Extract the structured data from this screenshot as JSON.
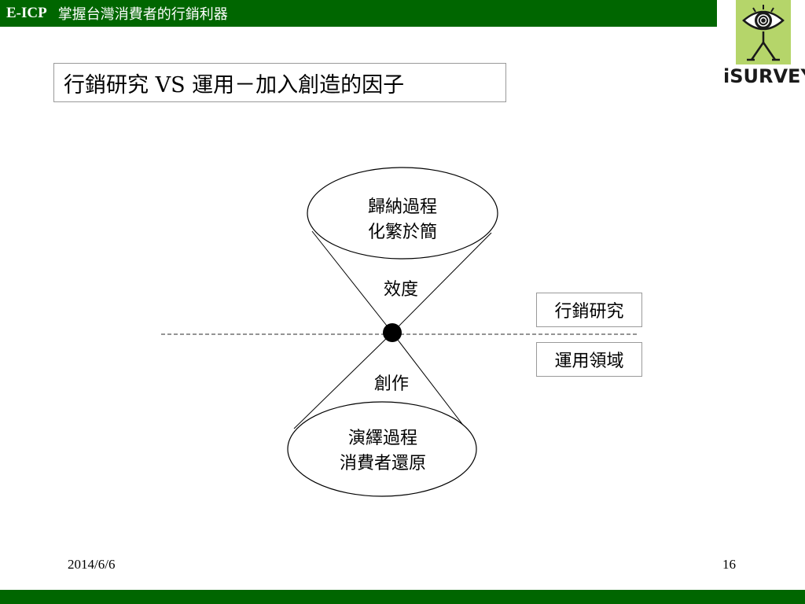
{
  "header": {
    "brand": "E-ICP",
    "title": "掌握台灣消費者的行銷利器"
  },
  "logo": {
    "wordmark": "iSURVEY",
    "icon": "eye-figure-logo-icon",
    "color": "#b5d56a"
  },
  "slide": {
    "title": "行銷研究 VS 運用－加入創造的因子"
  },
  "diagram": {
    "top_ellipse": {
      "line1": "歸納過程",
      "line2": "化繁於簡"
    },
    "bottom_ellipse": {
      "line1": "演繹過程",
      "line2": "消費者還原"
    },
    "upper_label": "效度",
    "lower_label": "創作",
    "side_boxes": {
      "upper": "行銷研究",
      "lower": "運用領域"
    }
  },
  "footer": {
    "date": "2014/6/6",
    "page": "16"
  },
  "colors": {
    "header_bar": "#006600",
    "footer_bar": "#006600"
  }
}
